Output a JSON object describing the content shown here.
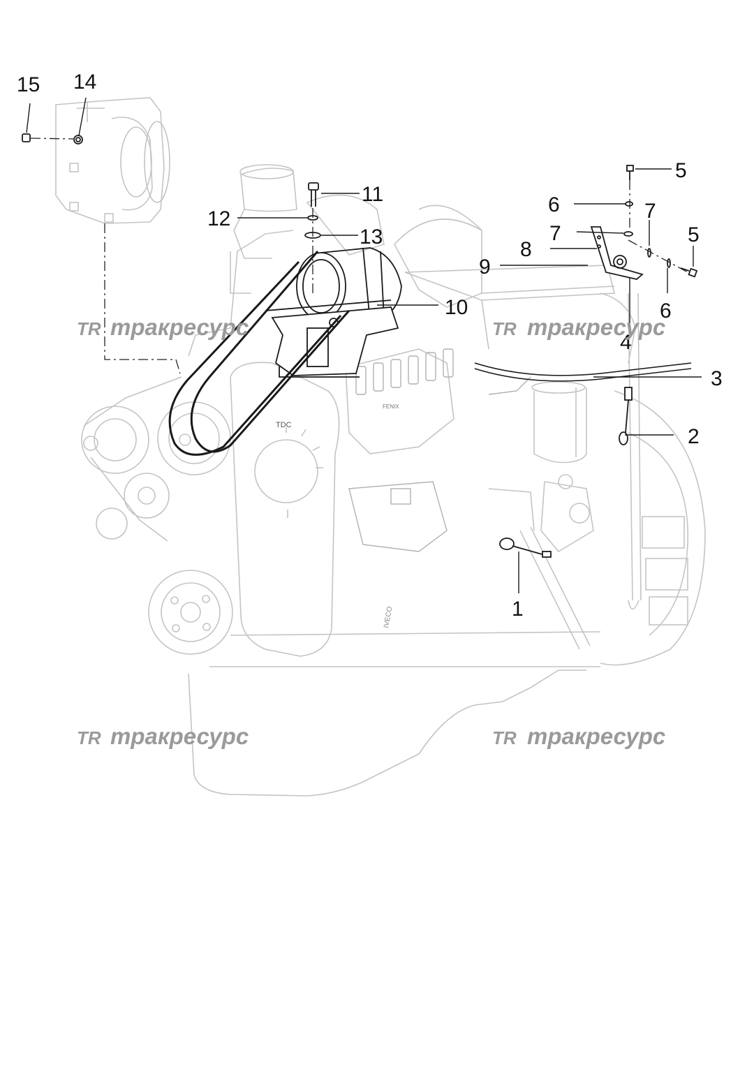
{
  "diagram": {
    "engine_label": "TDC",
    "injector_brand": "FENIX",
    "sump_brand": "IVECO",
    "callouts": [
      {
        "id": "1",
        "text": "1"
      },
      {
        "id": "2",
        "text": "2"
      },
      {
        "id": "3",
        "text": "3"
      },
      {
        "id": "4",
        "text": "4"
      },
      {
        "id": "5a",
        "text": "5"
      },
      {
        "id": "5b",
        "text": "5"
      },
      {
        "id": "6a",
        "text": "6"
      },
      {
        "id": "6b",
        "text": "6"
      },
      {
        "id": "7a",
        "text": "7"
      },
      {
        "id": "7b",
        "text": "7"
      },
      {
        "id": "8",
        "text": "8"
      },
      {
        "id": "9",
        "text": "9"
      },
      {
        "id": "10",
        "text": "10"
      },
      {
        "id": "11",
        "text": "11"
      },
      {
        "id": "12",
        "text": "12"
      },
      {
        "id": "13",
        "text": "13"
      },
      {
        "id": "14",
        "text": "14"
      },
      {
        "id": "15",
        "text": "15"
      }
    ],
    "watermark": {
      "logo": "TR",
      "text": "тракресурс"
    },
    "colors": {
      "ghost_lines": "#c4c4c4",
      "highlight_lines": "#1a1a1a",
      "watermark": "#9a9a9a"
    }
  }
}
